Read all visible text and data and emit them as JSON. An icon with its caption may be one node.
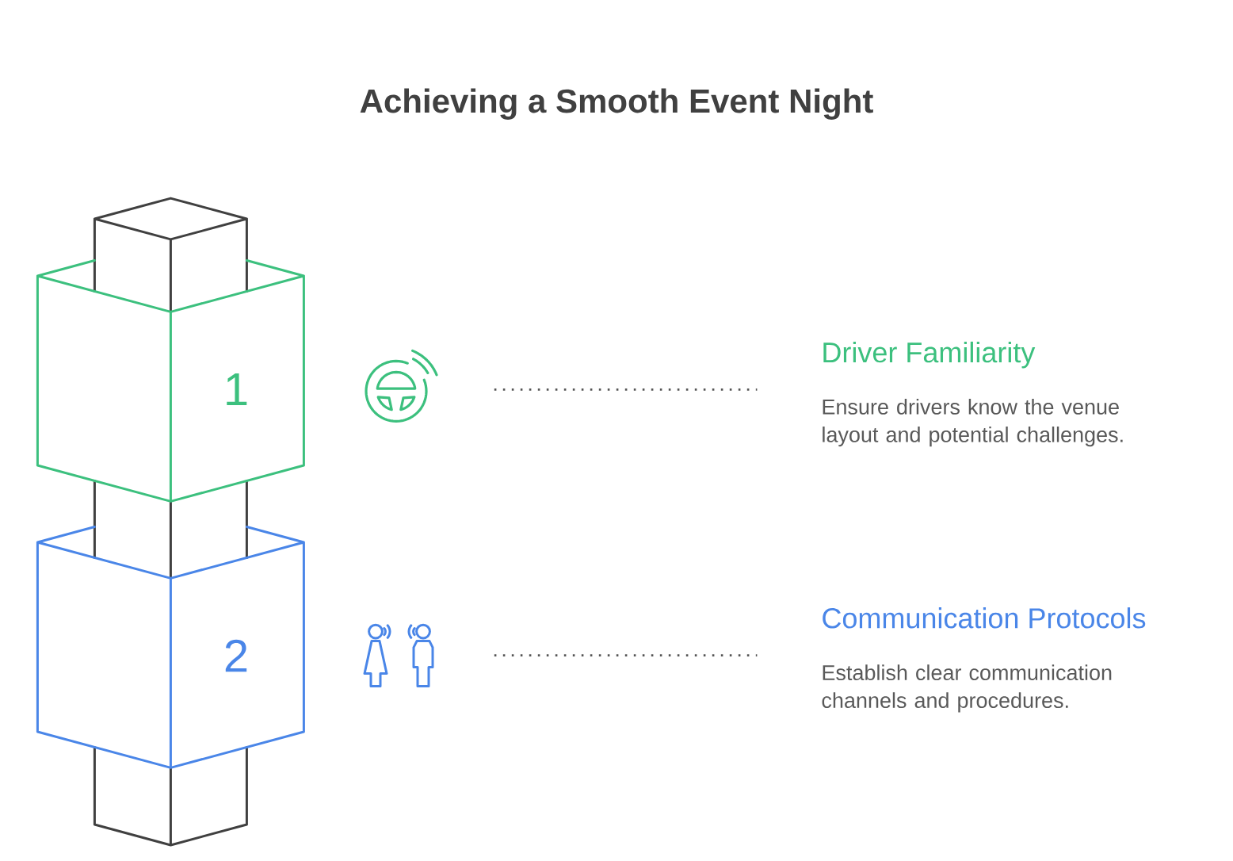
{
  "diagram": {
    "title": "Achieving a Smooth Event Night",
    "nodes": [
      {
        "text": [
          "1"
        ]
      },
      {
        "text": [],
        "shape": "picture"
      },
      {
        "text": [
          "Driver Familiarity",
          "Ensure drivers know the venue layout and potential challenges."
        ]
      },
      {
        "text": [
          "2"
        ]
      },
      {
        "text": [],
        "shape": "picture"
      },
      {
        "text": [
          "Communication Protocols",
          "Establish clear communication channels and procedures."
        ]
      }
    ],
    "edges": [
      {
        "from": 1,
        "to": 2,
        "arrow": "none"
      },
      {
        "from": 4,
        "to": 5,
        "arrow": "none"
      }
    ]
  }
}
